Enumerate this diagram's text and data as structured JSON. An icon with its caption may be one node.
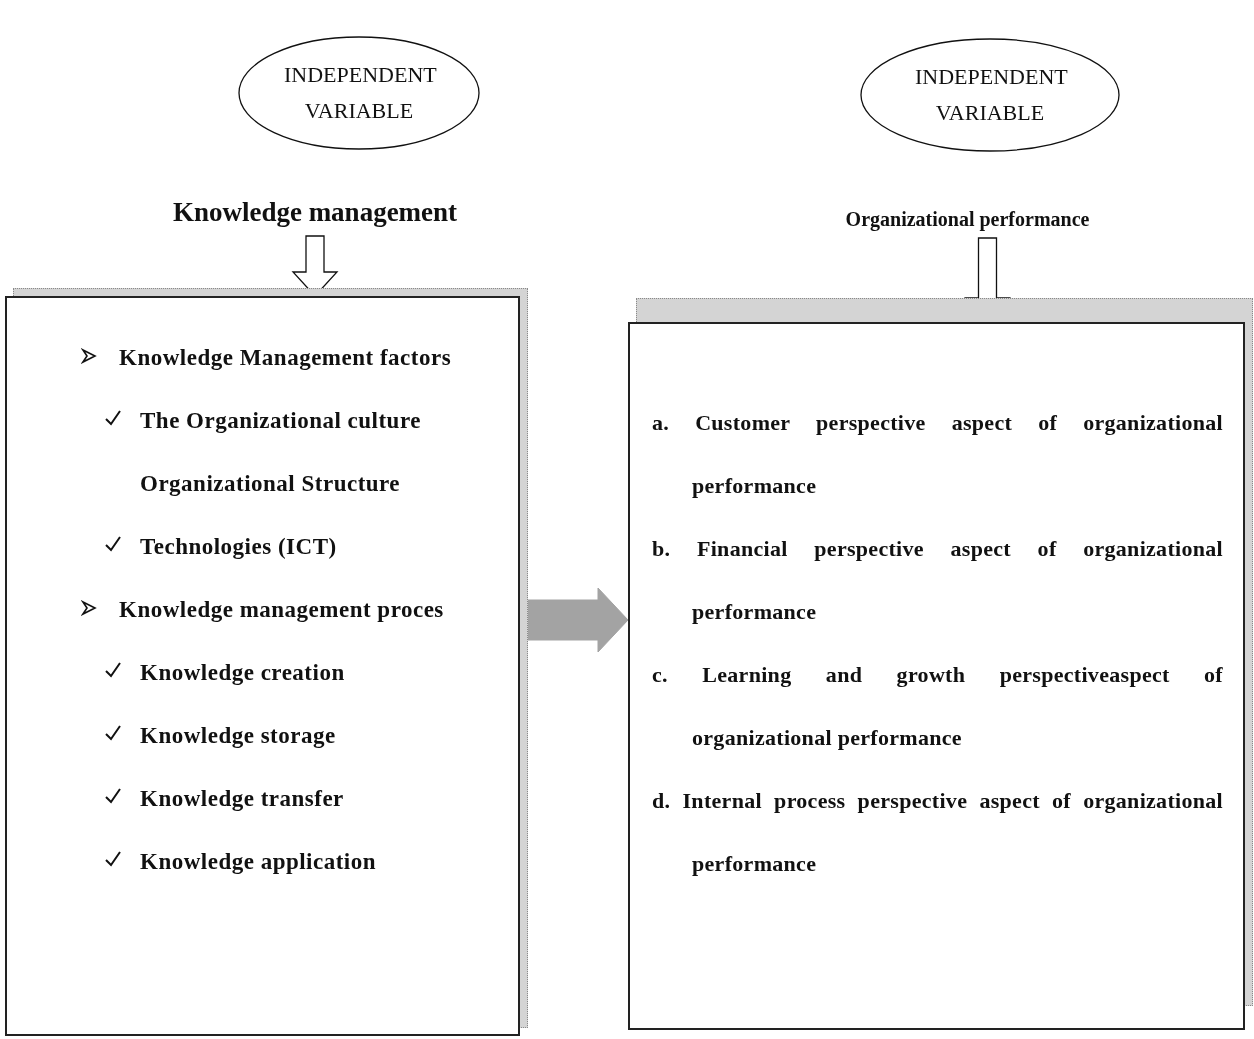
{
  "diagram": {
    "nodes": [
      {
        "text": [
          "INDEPENDENT VARIABLE"
        ]
      },
      {
        "text": [
          "INDEPENDENT VARIABLE"
        ]
      },
      {
        "text": [
          "Knowledge management"
        ]
      },
      {
        "text": [
          "Organizational performance"
        ]
      },
      {
        "text": [
          "Knowledge Management factors",
          "The Organizational culture",
          "Organizational Structure",
          "Technologies (ICT)",
          "Knowledge management proces",
          "Knowledge creation",
          "Knowledge storage",
          "Knowledge transfer",
          "Knowledge application"
        ]
      },
      {
        "text": [
          "a. Customer perspective aspect of organizational performance",
          "b. Financial perspective aspect of organizational performance",
          "c. Learning and growth perspectiveaspect of organizational performance",
          "d. Internal process perspective aspect of organizational performance"
        ]
      }
    ],
    "edges": [
      {
        "from": 2,
        "to": 4,
        "arrow": "to"
      },
      {
        "from": 3,
        "to": 5,
        "arrow": "to"
      },
      {
        "from": 4,
        "to": 5,
        "arrow": "to",
        "color": "#a3a3a3"
      }
    ]
  }
}
